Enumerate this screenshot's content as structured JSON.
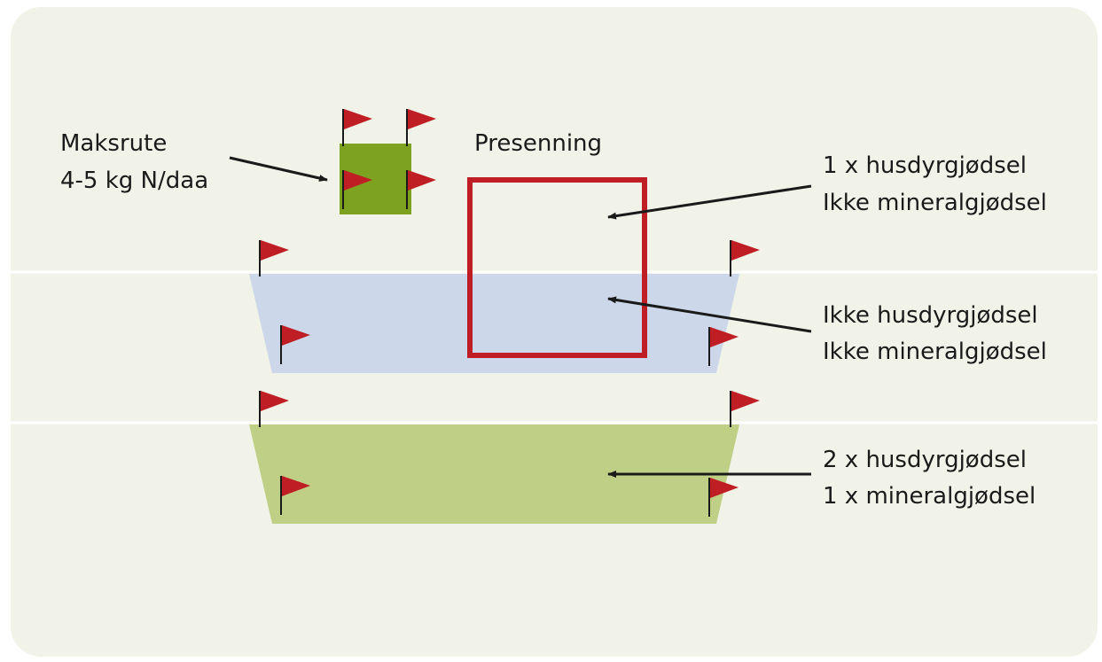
{
  "colors": {
    "panel": "#f2f3e8",
    "divider": "#ffffff",
    "max_plot": "#7da21f",
    "blue_strip": "#ccd8e9",
    "green_strip": "#bfcf86",
    "tarp": "#be1e24",
    "flag": "#be1e24",
    "pole": "#1a1a1a",
    "arrow": "#1a1a1a",
    "text": "#1a1a1a"
  },
  "labels": {
    "max_plot": {
      "line1": "Maksrute",
      "line2": "4-5 kg N/daa"
    },
    "tarp": "Presenning",
    "tarp_plot": {
      "line1": "1 x husdyrgjødsel",
      "line2": "Ikke mineralgjødsel"
    },
    "blue_plot": {
      "line1": "Ikke husdyrgjødsel",
      "line2": "Ikke mineralgjødsel"
    },
    "green_plot": {
      "line1": "2 x husdyrgjødsel",
      "line2": "1 x mineralgjødsel"
    }
  }
}
